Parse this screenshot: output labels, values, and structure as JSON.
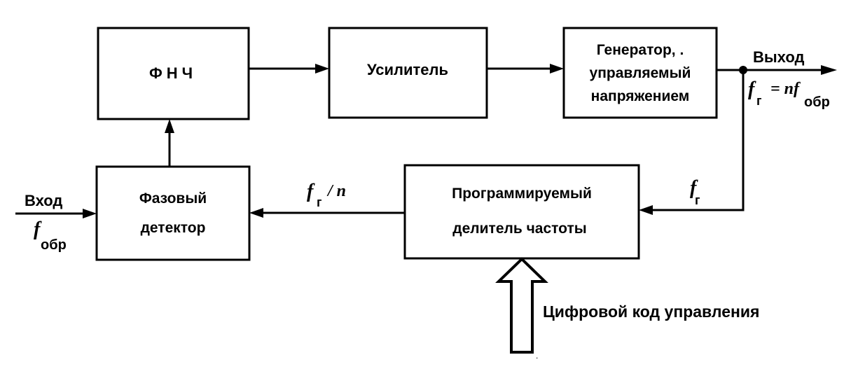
{
  "blocks": {
    "lpf": "ФНЧ",
    "amplifier": "Усилитель",
    "vco": [
      "Генератор, .",
      "управляемый",
      "напряжением"
    ],
    "phase_detector": [
      "Фазовый",
      "детектор"
    ],
    "divider": [
      "Программируемый",
      "делитель частоты"
    ]
  },
  "labels": {
    "input": "Вход",
    "input_f": "f",
    "input_f_sub": "обр",
    "output": "Выход",
    "output_f": "f",
    "output_f_sub": "г",
    "output_eq": "= nf",
    "output_eq_sub": "обр",
    "feedback_f": "f",
    "feedback_f_sub": "г",
    "ratio_f": "f",
    "ratio_f_sub": "г",
    "ratio_rest": "/ n",
    "control_code": "Цифровой код управления"
  }
}
